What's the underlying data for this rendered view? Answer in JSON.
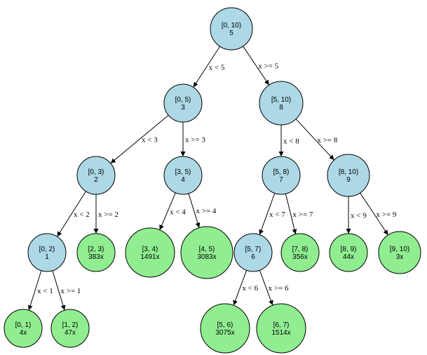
{
  "colors": {
    "internal": "#add8e6",
    "leaf": "#90ee90"
  },
  "nodes": [
    {
      "id": "n0-10",
      "kind": "internal",
      "interval": "[0, 10)",
      "value": "5"
    },
    {
      "id": "n0-5",
      "kind": "internal",
      "interval": "[0, 5)",
      "value": "3"
    },
    {
      "id": "n5-10",
      "kind": "internal",
      "interval": "[5, 10)",
      "value": "8"
    },
    {
      "id": "n0-3",
      "kind": "internal",
      "interval": "[0, 3)",
      "value": "2"
    },
    {
      "id": "n3-5",
      "kind": "internal",
      "interval": "[3, 5)",
      "value": "4"
    },
    {
      "id": "n5-8",
      "kind": "internal",
      "interval": "[5, 8)",
      "value": "7"
    },
    {
      "id": "n8-10",
      "kind": "internal",
      "interval": "[8, 10)",
      "value": "9"
    },
    {
      "id": "n0-2",
      "kind": "internal",
      "interval": "[0, 2)",
      "value": "1"
    },
    {
      "id": "n2-3",
      "kind": "leaf",
      "interval": "[2, 3)",
      "value": "383x"
    },
    {
      "id": "n3-4",
      "kind": "leaf",
      "interval": "[3, 4)",
      "value": "1491x"
    },
    {
      "id": "n4-5",
      "kind": "leaf",
      "interval": "[4, 5)",
      "value": "3083x"
    },
    {
      "id": "n5-7",
      "kind": "internal",
      "interval": "[5, 7)",
      "value": "6"
    },
    {
      "id": "n7-8",
      "kind": "leaf",
      "interval": "[7, 8)",
      "value": "356x"
    },
    {
      "id": "n8-9",
      "kind": "leaf",
      "interval": "[8, 9)",
      "value": "44x"
    },
    {
      "id": "n9-10",
      "kind": "leaf",
      "interval": "[9, 10)",
      "value": "3x"
    },
    {
      "id": "n0-1",
      "kind": "leaf",
      "interval": "[0, 1)",
      "value": "4x"
    },
    {
      "id": "n1-2",
      "kind": "leaf",
      "interval": "[1, 2)",
      "value": "47x"
    },
    {
      "id": "n5-6",
      "kind": "leaf",
      "interval": "[5, 6)",
      "value": "3075x"
    },
    {
      "id": "n6-7",
      "kind": "leaf",
      "interval": "[6, 7)",
      "value": "1514x"
    }
  ],
  "edges": [
    {
      "from": "n0-10",
      "to": "n0-5",
      "label": "x < 5"
    },
    {
      "from": "n0-10",
      "to": "n5-10",
      "label": "x >= 5"
    },
    {
      "from": "n0-5",
      "to": "n0-3",
      "label": "x < 3"
    },
    {
      "from": "n0-5",
      "to": "n3-5",
      "label": "x >= 3"
    },
    {
      "from": "n5-10",
      "to": "n5-8",
      "label": "x < 8"
    },
    {
      "from": "n5-10",
      "to": "n8-10",
      "label": "x >= 8"
    },
    {
      "from": "n0-3",
      "to": "n0-2",
      "label": "x < 2"
    },
    {
      "from": "n0-3",
      "to": "n2-3",
      "label": "x >= 2"
    },
    {
      "from": "n3-5",
      "to": "n3-4",
      "label": "x < 4"
    },
    {
      "from": "n3-5",
      "to": "n4-5",
      "label": "x >= 4"
    },
    {
      "from": "n5-8",
      "to": "n5-7",
      "label": "x < 7"
    },
    {
      "from": "n5-8",
      "to": "n7-8",
      "label": "x >= 7"
    },
    {
      "from": "n8-10",
      "to": "n8-9",
      "label": "x < 9"
    },
    {
      "from": "n8-10",
      "to": "n9-10",
      "label": "x >= 9"
    },
    {
      "from": "n0-2",
      "to": "n0-1",
      "label": "x < 1"
    },
    {
      "from": "n0-2",
      "to": "n1-2",
      "label": "x >= 1"
    },
    {
      "from": "n5-7",
      "to": "n5-6",
      "label": "x < 6"
    },
    {
      "from": "n5-7",
      "to": "n6-7",
      "label": "x >= 6"
    }
  ]
}
